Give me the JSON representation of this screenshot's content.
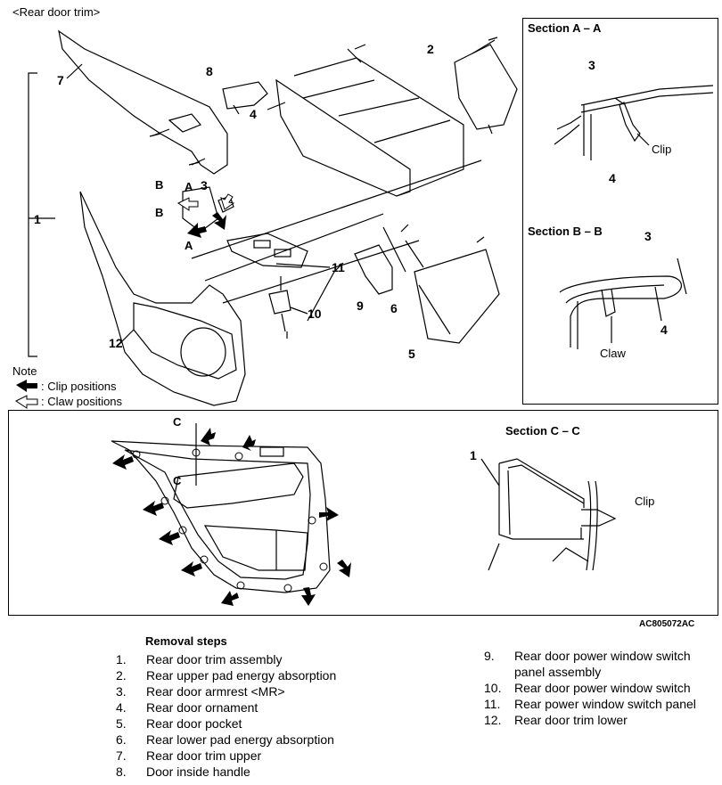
{
  "header": {
    "title": "<Rear door trim>"
  },
  "callouts": {
    "c1": "1",
    "c2": "2",
    "c3": "3",
    "c4": "4",
    "c5": "5",
    "c6": "6",
    "c7": "7",
    "c8": "8",
    "c9": "9",
    "c10": "10",
    "c11": "11",
    "c12": "12",
    "A": "A",
    "B": "B"
  },
  "section_aa": {
    "title": "Section A – A",
    "label_3": "3",
    "label_4": "4",
    "clip": "Clip"
  },
  "section_bb": {
    "title": "Section B – B",
    "label_3": "3",
    "label_4": "4",
    "claw": "Claw"
  },
  "section_cc": {
    "title": "Section C – C",
    "label_1": "1",
    "clip": "Clip",
    "marker": "C"
  },
  "note": {
    "title": "Note",
    "clip_positions": ": Clip positions",
    "claw_positions": ": Claw positions"
  },
  "figure_code": "AC805072AC",
  "removal_steps": {
    "heading": "Removal steps",
    "left": [
      {
        "num": "1.",
        "text": "Rear door trim assembly"
      },
      {
        "num": "2.",
        "text": "Rear upper pad energy absorption"
      },
      {
        "num": "3.",
        "text": "Rear door armrest <MR>"
      },
      {
        "num": "4.",
        "text": "Rear door ornament"
      },
      {
        "num": "5.",
        "text": "Rear door pocket"
      },
      {
        "num": "6.",
        "text": "Rear lower pad energy absorption"
      },
      {
        "num": "7.",
        "text": "Rear door trim upper"
      },
      {
        "num": "8.",
        "text": "Door inside handle"
      }
    ],
    "right": [
      {
        "num": "9.",
        "text": "Rear door power window switch",
        "text2": "panel assembly"
      },
      {
        "num": "10.",
        "text": "Rear door power window switch"
      },
      {
        "num": "11.",
        "text": "Rear power window switch panel"
      },
      {
        "num": "12.",
        "text": "Rear door trim lower"
      }
    ]
  }
}
